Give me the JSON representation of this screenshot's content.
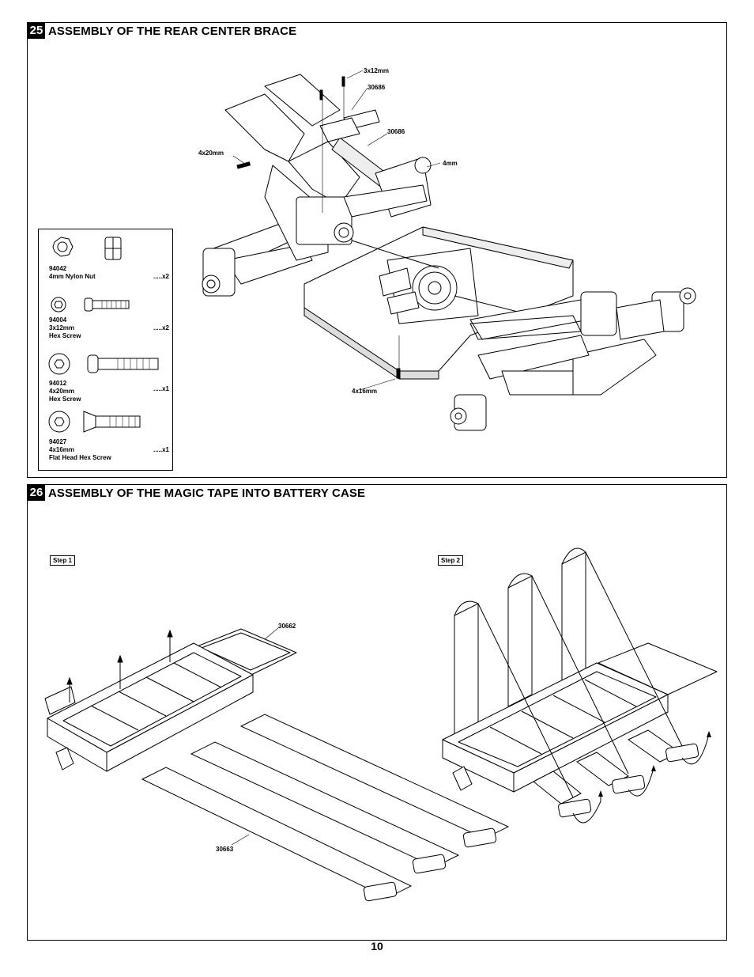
{
  "step25": {
    "number": "25",
    "title": "ASSEMBLY OF THE REAR CENTER BRACE",
    "callouts": {
      "screw_3x12": "3x12mm",
      "part_30686_a": "30686",
      "part_30686_b": "30686",
      "screw_4x20": "4x20mm",
      "nut_4mm": "4mm",
      "screw_4x16": "4x16mm"
    },
    "parts": [
      {
        "code": "94042",
        "name": "4mm Nylon Nut",
        "qty": ".....x2"
      },
      {
        "code": "94004",
        "name": "3x12mm",
        "name2": "Hex Screw",
        "qty": ".....x2"
      },
      {
        "code": "94012",
        "name": "4x20mm",
        "name2": "Hex Screw",
        "qty": ".....x1"
      },
      {
        "code": "94027",
        "name": "4x16mm",
        "name2": "Flat Head Hex Screw",
        "qty": ".....x1"
      }
    ]
  },
  "step26": {
    "number": "26",
    "title": "ASSEMBLY OF THE MAGIC TAPE INTO BATTERY CASE",
    "step1_label": "Step 1",
    "step2_label": "Step 2",
    "callouts": {
      "case": "30662",
      "tape": "30663"
    }
  },
  "page_number": "10"
}
